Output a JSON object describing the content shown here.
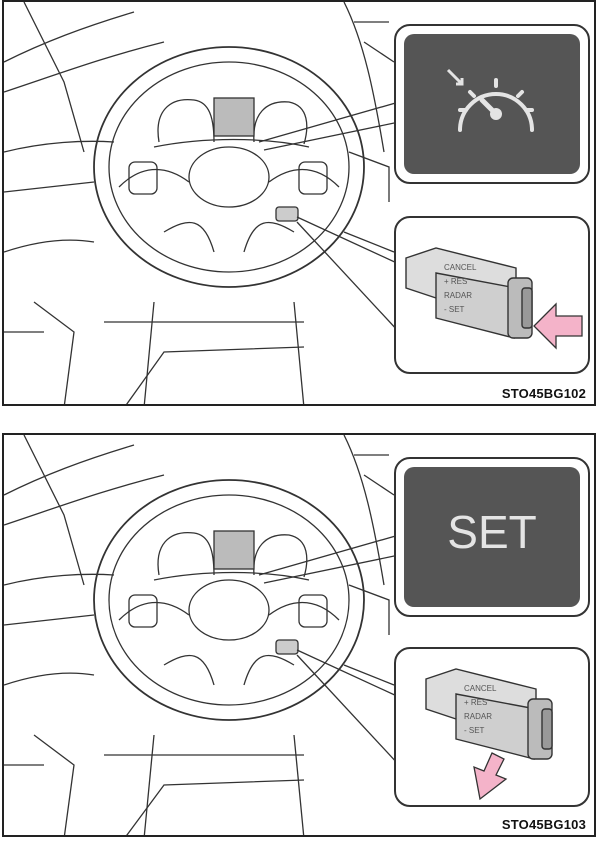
{
  "figures": [
    {
      "caption": "STO45BG102",
      "indicator": {
        "icon": "cruise-control-speedometer-icon",
        "label": ""
      },
      "lever_action": "push-toward-lever",
      "arrow_color": "#f4b3c9"
    },
    {
      "caption": "STO45BG103",
      "indicator": {
        "icon": "",
        "label": "SET"
      },
      "lever_action": "push-down",
      "arrow_color": "#f4b3c9"
    }
  ],
  "colors": {
    "screen": "#555555",
    "line": "#333333"
  }
}
